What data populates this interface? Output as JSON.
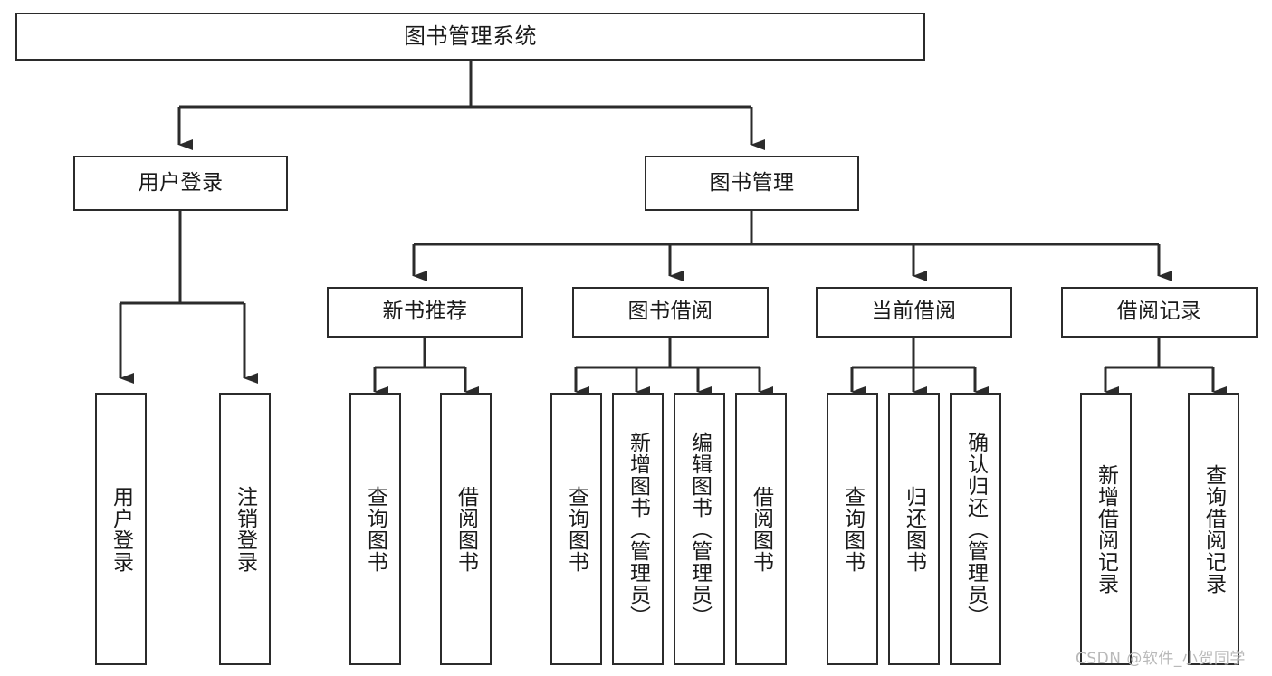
{
  "diagram": {
    "title": "图书管理系统",
    "watermark": "CSDN @软件_小贺同学",
    "line_color": "#2b2b2b",
    "box_fill": "#ffffff",
    "text_color": "#1a1a1a",
    "watermark_color": "#b9b9b9",
    "levels": {
      "root": "图书管理系统",
      "level2": [
        "用户登录",
        "图书管理"
      ],
      "level3": [
        "新书推荐",
        "图书借阅",
        "当前借阅",
        "借阅记录"
      ]
    },
    "nodes": {
      "root": {
        "label": "图书管理系统"
      },
      "user_login": {
        "label": "用户登录"
      },
      "book_manage": {
        "label": "图书管理"
      },
      "new_book_rec": {
        "label": "新书推荐"
      },
      "book_borrow": {
        "label": "图书借阅"
      },
      "current_borrow": {
        "label": "当前借阅"
      },
      "borrow_record": {
        "label": "借阅记录"
      }
    },
    "leaves": {
      "user_login": [
        {
          "label": "用户登录"
        },
        {
          "label": "注销登录"
        }
      ],
      "new_book_rec": [
        {
          "label": "查询图书"
        },
        {
          "label": "借阅图书"
        }
      ],
      "book_borrow": [
        {
          "label": "查询图书"
        },
        {
          "label": "新增图书（管理员）"
        },
        {
          "label": "编辑图书（管理员）"
        },
        {
          "label": "借阅图书"
        }
      ],
      "current_borrow": [
        {
          "label": "查询图书"
        },
        {
          "label": "归还图书"
        },
        {
          "label": "确认归还（管理员）"
        }
      ],
      "borrow_record": [
        {
          "label": "新增借阅记录"
        },
        {
          "label": "查询借阅记录"
        }
      ]
    }
  },
  "chart_data": {
    "type": "diagram",
    "subtype": "tree-hierarchy",
    "title": "图书管理系统",
    "orientation": "top-down",
    "edge_style": "orthogonal-with-arrowheads",
    "tree": {
      "name": "图书管理系统",
      "children": [
        {
          "name": "用户登录",
          "children": [
            {
              "name": "用户登录"
            },
            {
              "name": "注销登录"
            }
          ]
        },
        {
          "name": "图书管理",
          "children": [
            {
              "name": "新书推荐",
              "children": [
                {
                  "name": "查询图书"
                },
                {
                  "name": "借阅图书"
                }
              ]
            },
            {
              "name": "图书借阅",
              "children": [
                {
                  "name": "查询图书"
                },
                {
                  "name": "新增图书（管理员）"
                },
                {
                  "name": "编辑图书（管理员）"
                },
                {
                  "name": "借阅图书"
                }
              ]
            },
            {
              "name": "当前借阅",
              "children": [
                {
                  "name": "查询图书"
                },
                {
                  "name": "归还图书"
                },
                {
                  "name": "确认归还（管理员）"
                }
              ]
            },
            {
              "name": "借阅记录",
              "children": [
                {
                  "name": "新增借阅记录"
                },
                {
                  "name": "查询借阅记录"
                }
              ]
            }
          ]
        }
      ]
    }
  }
}
